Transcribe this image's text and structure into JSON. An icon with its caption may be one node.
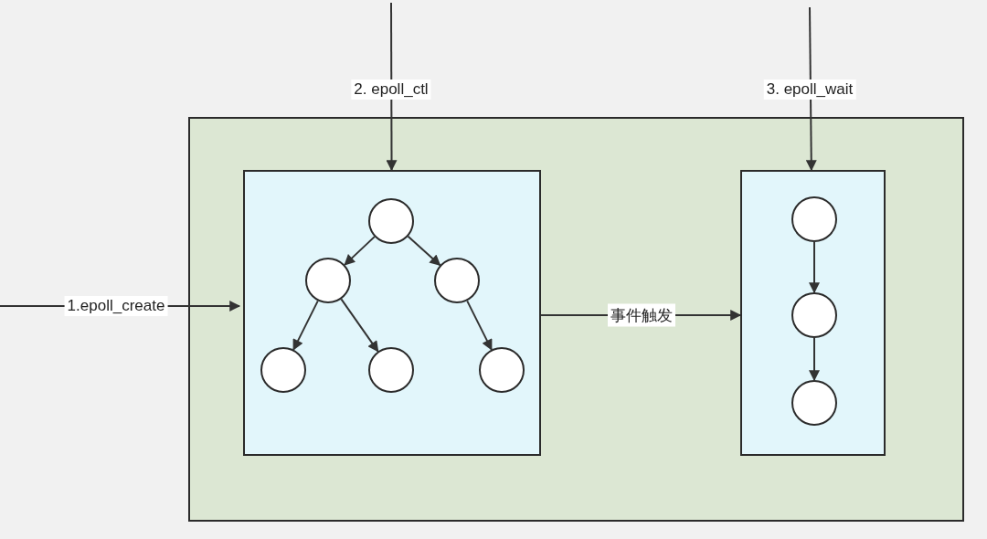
{
  "diagram": {
    "nodes": [
      {
        "text": [],
        "shape": "box"
      },
      {
        "text": [],
        "shape": "box",
        "in": 0
      },
      {
        "text": [],
        "shape": "box",
        "in": 0
      },
      {
        "text": [],
        "shape": "circle",
        "in": 1
      },
      {
        "text": [],
        "shape": "circle",
        "in": 1
      },
      {
        "text": [],
        "shape": "circle",
        "in": 1
      },
      {
        "text": [],
        "shape": "circle",
        "in": 1
      },
      {
        "text": [],
        "shape": "circle",
        "in": 1
      },
      {
        "text": [],
        "shape": "circle",
        "in": 1
      },
      {
        "text": [],
        "shape": "circle",
        "in": 2
      },
      {
        "text": [],
        "shape": "circle",
        "in": 2
      },
      {
        "text": [],
        "shape": "circle",
        "in": 2
      }
    ],
    "edges": [
      {
        "from": null,
        "to": 1,
        "arrow": "to",
        "label": "1.epoll_create"
      },
      {
        "from": null,
        "to": 1,
        "arrow": "to",
        "label": "2. epoll_ctl"
      },
      {
        "from": null,
        "to": 2,
        "arrow": "to",
        "label": "3. epoll_wait"
      },
      {
        "from": 1,
        "to": 2,
        "arrow": "to",
        "label": "事件触发"
      },
      {
        "from": 3,
        "to": 4,
        "arrow": "to"
      },
      {
        "from": 3,
        "to": 5,
        "arrow": "to"
      },
      {
        "from": 4,
        "to": 6,
        "arrow": "to"
      },
      {
        "from": 4,
        "to": 7,
        "arrow": "to"
      },
      {
        "from": 5,
        "to": 8,
        "arrow": "to"
      },
      {
        "from": 9,
        "to": 10,
        "arrow": "to"
      },
      {
        "from": 10,
        "to": 11,
        "arrow": "to"
      }
    ]
  }
}
